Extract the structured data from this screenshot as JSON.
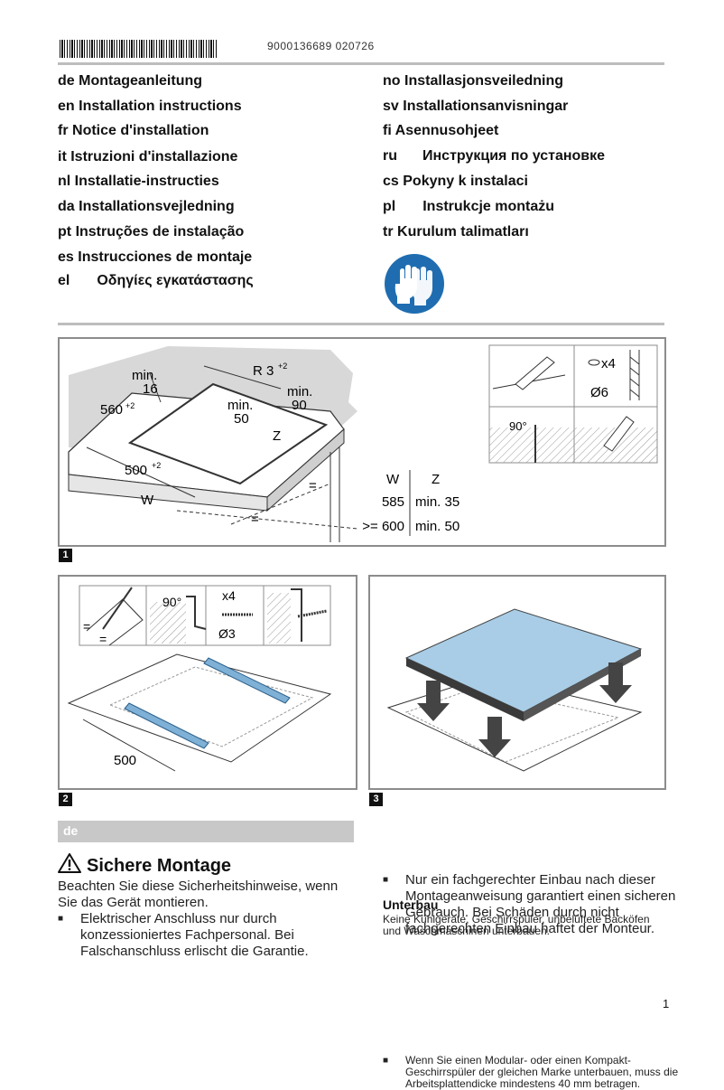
{
  "header": {
    "barcode_number": "9000136689 020726"
  },
  "languages_left": [
    {
      "code": "de",
      "title": "Montageanleitung"
    },
    {
      "code": "en",
      "title": "Installation instructions"
    },
    {
      "code": "fr",
      "title": "Notice d'installation"
    },
    {
      "code": "it",
      "title": "Istruzioni d'installazione"
    },
    {
      "code": "nl",
      "title": "Installatie-instructies"
    },
    {
      "code": "da",
      "title": "Installationsvejledning"
    },
    {
      "code": "pt",
      "title": "Instruções de instalação"
    },
    {
      "code": "es",
      "title": "Instrucciones de montaje"
    },
    {
      "code": "el",
      "title": "Οδηγίες εγκατάστασης"
    }
  ],
  "languages_right": [
    {
      "code": "no",
      "title": "Installasjonsveiledning"
    },
    {
      "code": "sv",
      "title": "Installationsanvisningar"
    },
    {
      "code": "fi",
      "title": "Asennusohjeet"
    },
    {
      "code": "ru",
      "title": "Инструкция по установке"
    },
    {
      "code": "cs",
      "title": "Pokyny k instalaci"
    },
    {
      "code": "pl",
      "title": "Instrukcje montażu"
    },
    {
      "code": "tr",
      "title": "Kurulum talimatları"
    }
  ],
  "icons": {
    "gloves": "wear-gloves-icon",
    "warning": "warning-triangle-icon",
    "color_blue": "#1f6db0",
    "color_hob": "#a9cde6"
  },
  "figure1": {
    "number": "1",
    "labels": {
      "min16_a": "min.",
      "min16_b": "16",
      "r32": "R 3",
      "sup2": "+2",
      "min90_a": "min.",
      "min90_b": "90",
      "d560": "560",
      "min50_a": "min.",
      "min50_b": "50",
      "z": "Z",
      "d500": "500",
      "w": "W",
      "eq": "=",
      "x4": "x4",
      "d6": "Ø6",
      "deg90": "90°"
    },
    "table": {
      "col_w": "W",
      "col_z": "Z",
      "rows": [
        {
          "w": "585",
          "z": "min. 35"
        },
        {
          "w": ">= 600",
          "z": "min. 50"
        }
      ]
    }
  },
  "figure2": {
    "number": "2",
    "labels": {
      "deg90": "90°",
      "x4": "x4",
      "d3": "Ø3",
      "eq": "=",
      "d500": "500"
    }
  },
  "figure3": {
    "number": "3"
  },
  "section": {
    "lang": "de",
    "heading": "Sichere Montage",
    "intro": "Beachten Sie diese Sicherheitshinweise, wenn Sie das Gerät montieren.",
    "bullet1": "Elektrischer Anschluss nur durch konzessioniertes Fachpersonal. Bei Falschanschluss erlischt die Garantie.",
    "bullet2": "Nur ein fachgerechter Einbau nach dieser Montageanweisung garantiert einen sicheren Gebrauch. Bei Schäden durch nicht fachgerechten Einbau haftet der Monteur.",
    "sub_heading": "Unterbau",
    "sub_text": "Keine Kühlgeräte, Geschirrspüler, unbelüftete Backöfen und Waschmaschinen unterbauen.",
    "sub_bullet": "Wenn Sie einen Modular- oder einen Kompakt-Geschirrspüler der gleichen Marke unterbauen, muss die Arbeitsplattendicke mindestens 40 mm betragen."
  },
  "page_number": "1"
}
